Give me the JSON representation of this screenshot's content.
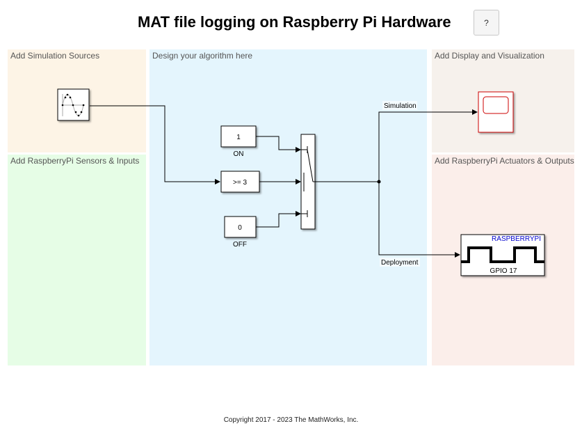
{
  "header": {
    "title": "MAT file logging on Raspberry Pi Hardware",
    "help_label": "?"
  },
  "panels": {
    "sources": "Add Simulation Sources",
    "sensors": "Add RaspberryPi Sensors & Inputs",
    "algorithm": "Design your algorithm here",
    "display": "Add Display and Visualization",
    "actuators": "Add RaspberryPi Actuators & Outputs"
  },
  "blocks": {
    "sine_wave": {
      "icon": "sine-wave-icon"
    },
    "const_on": {
      "value": "1",
      "label": "ON"
    },
    "compare": {
      "value": ">= 3"
    },
    "const_off": {
      "value": "0",
      "label": "OFF"
    },
    "switch": {
      "icon": "switch-icon"
    },
    "scope": {
      "icon": "scope-icon",
      "color": "#cc0000"
    },
    "gpio": {
      "header": "RASPBERRYPI",
      "label": "GPIO 17",
      "header_color": "#0000cc"
    }
  },
  "signals": {
    "simulation": "Simulation",
    "deployment": "Deployment"
  },
  "footer": {
    "copyright": "Copyright 2017 - 2023 The MathWorks, Inc."
  }
}
